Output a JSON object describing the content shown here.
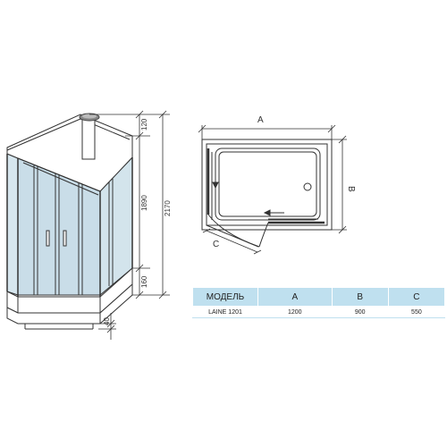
{
  "side_view": {
    "dim_top": "120",
    "dim_mid": "1890",
    "dim_base": "160",
    "dim_total": "2170",
    "dim_foot": "40"
  },
  "plan_view": {
    "label_a": "A",
    "label_b": "B",
    "label_c": "C"
  },
  "spec_table": {
    "headers": [
      "МОДЕЛЬ",
      "A",
      "B",
      "C"
    ],
    "rows": [
      [
        "LAINE 1201",
        "1200",
        "900",
        "550"
      ]
    ]
  },
  "colors": {
    "glass": "#c9dde8",
    "glass_light": "#dbe8ef",
    "header_fill": "#bfe0ef",
    "line": "#333333"
  }
}
